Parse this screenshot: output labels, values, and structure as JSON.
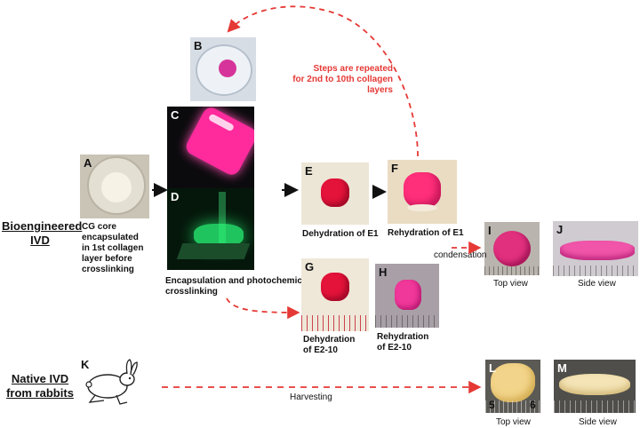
{
  "side_labels": {
    "bioengineered": [
      "Bioengineered",
      "IVD"
    ],
    "native": [
      "Native IVD",
      "from rabbits"
    ]
  },
  "panels": {
    "A": {
      "label": "A",
      "caption": [
        "CG core",
        "encapsulated",
        "in 1st collagen",
        "layer before",
        "crosslinking"
      ]
    },
    "B": {
      "label": "B"
    },
    "C": {
      "label": "C"
    },
    "D": {
      "label": "D",
      "caption": [
        "Encapsulation and photochemical",
        "crosslinking"
      ]
    },
    "E": {
      "label": "E",
      "caption": "Dehydration of E1"
    },
    "F": {
      "label": "F",
      "caption": "Rehydration of E1"
    },
    "G": {
      "label": "G",
      "caption": [
        "Dehydration",
        "of E2-10"
      ]
    },
    "H": {
      "label": "H",
      "caption": [
        "Rehydration",
        "of E2-10"
      ]
    },
    "I": {
      "label": "I",
      "caption": "Top view"
    },
    "J": {
      "label": "J",
      "caption": "Side view"
    },
    "K": {
      "label": "K"
    },
    "L": {
      "label": "L",
      "caption": "Top view",
      "ruler_numbers": [
        "5",
        "6"
      ]
    },
    "M": {
      "label": "M",
      "caption": "Side view"
    }
  },
  "annotations": {
    "repeat": [
      "Steps are repeated",
      "for 2nd to 10th collagen",
      "layers"
    ],
    "condensation": "condensation",
    "harvesting": "Harvesting"
  },
  "colors": {
    "arrow_red": "#e53935",
    "arrow_black": "#111111",
    "magenta": "#e8206e",
    "pink_gel": "#ff3d9a",
    "green_glow": "#2aff7a",
    "tissue": "#f2d48a"
  }
}
